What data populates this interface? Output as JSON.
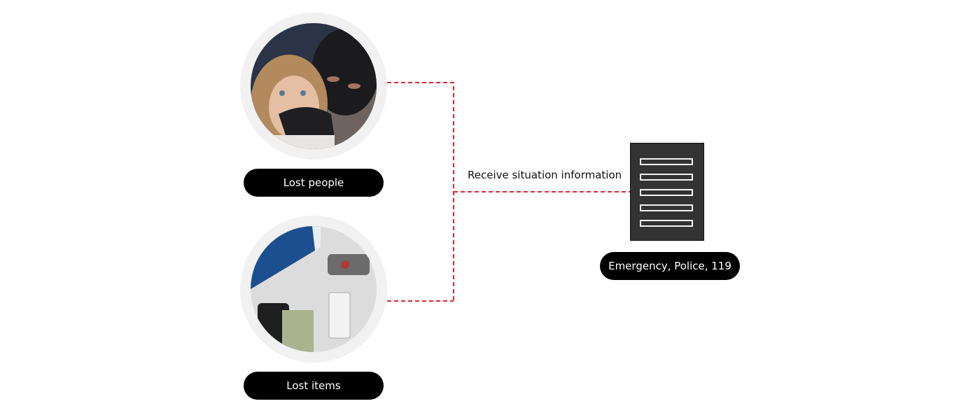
{
  "sources": [
    {
      "id": "lost-people",
      "label": "Lost people",
      "image": "child-abduction-photo"
    },
    {
      "id": "lost-items",
      "label": "Lost items",
      "image": "keys-wallet-photo"
    }
  ],
  "connection": {
    "label": "Receive situation information",
    "color": "#e3262d"
  },
  "destination": {
    "label": "Emergency, Police, 119",
    "icon": "server-icon"
  }
}
